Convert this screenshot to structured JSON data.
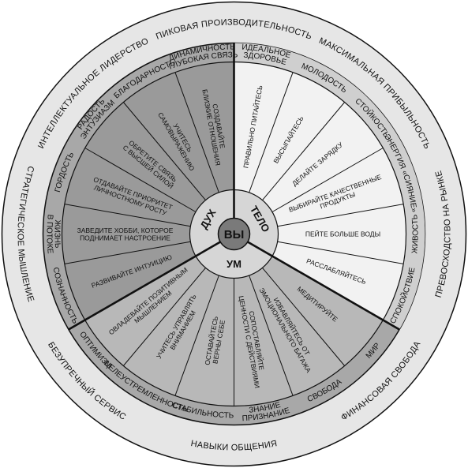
{
  "colors": {
    "outer_ring": "#e6e6e6",
    "ring_body": "#cfcfcf",
    "ring_spirit_mind": "#a8a8a8",
    "sector_body": "#f2f2f2",
    "sector_spirit": "#9a9a9a",
    "sector_mind": "#b8b8b8",
    "hub": "#d6d6d6",
    "center": "#7a7a7a",
    "line": "#111111"
  },
  "center": {
    "label": "ВЫ"
  },
  "hub": {
    "body": "ТЕЛО",
    "spirit": "ДУХ",
    "mind": "УМ"
  },
  "outer_ring": {
    "items": [
      "ПИКОВАЯ ПРОИЗВОДИТЕЛЬНОСТЬ",
      "МАКСИМАЛЬНАЯ ПРИБЫЛЬНОСТЬ",
      "ПРЕВОСХОДСТВО НА РЫНКЕ",
      "ФИНАНСОВАЯ СВОБОДА",
      "НАВЫКИ ОБЩЕНИЯ",
      "БЕЗУПРЕЧНЫЙ СЕРВИС",
      "СТРАТЕГИЧЕСКОЕ МЫШЛЕНИЕ",
      "ИНТЕЛЛЕКТУАЛЬНОЕ ЛИДЕРСТВО"
    ]
  },
  "middle_ring": {
    "items": [
      [
        "ИДЕАЛЬНОЕ",
        "ЗДОРОВЬЕ"
      ],
      [
        "МОЛОДОСТЬ"
      ],
      [
        "СТОЙКОСТЬ"
      ],
      [
        "ЭНЕРГИЯ «СИЯНИЕ»"
      ],
      [
        "ЖИВОСТЬ"
      ],
      [
        "СПОКОЙСТВИЕ"
      ],
      [
        "МИР"
      ],
      [
        "СВОБОДА"
      ],
      [
        "ЗНАНИЕ",
        "ПРИЗНАНИЕ"
      ],
      [
        "СТАБИЛЬНОСТЬ"
      ],
      [
        "ЦЕЛЕУСТРЕМЛЕННОСТЬ"
      ],
      [
        "ОПТИМИЗМ"
      ],
      [
        "СОЗНАННОСТЬ"
      ],
      [
        "ЖИЗНЬ",
        "В ПОТОКЕ"
      ],
      [
        "ГОРДОСТЬ"
      ],
      [
        "РАДОСТЬ",
        "ЭНТУЗИАЗМ"
      ],
      [
        "БЛАГОДАРНОСТЬ"
      ],
      [
        "ДИНАМИЧНОСТЬ",
        "ГЛУБОКАЯ СВЯЗЬ"
      ]
    ]
  },
  "spokes": {
    "body": [
      [
        "ПРАВИЛЬНО ПИТАЙТЕСЬ"
      ],
      [
        "ВЫСЫПАЙТЕСЬ"
      ],
      [
        "ДЕЛАЙТЕ ЗАРЯДКУ"
      ],
      [
        "ВЫБИРАЙТЕ КАЧЕСТВЕННЫЕ",
        "ПРОДУКТЫ"
      ],
      [
        "ПЕЙТЕ БОЛЬШЕ ВОДЫ"
      ],
      [
        "РАССЛАБЛЯЙТЕСЬ"
      ]
    ],
    "mind": [
      [
        "МЕДИТИРУЙТЕ"
      ],
      [
        "ИЗБАВЛЯЙТЕСЬ ОТ",
        "ЭМОЦИОНАЛЬНОГО БАГАЖА"
      ],
      [
        "СОПОСТАВЛЯЙТЕ",
        "ЦЕННОСТИ С ДЕЙСТВИЯМИ"
      ],
      [
        "ОСТАВАЙТЕСЬ",
        "ВЕРНЫ СЕБЕ"
      ],
      [
        "УЧИТЕСЬ УПРАВЛЯТЬ",
        "ВНИМАНИЕМ"
      ],
      [
        "ОВЛАДЕВАЙТЕ ПОЗИТИВНЫМ",
        "МЫШЛЕНИЕМ"
      ]
    ],
    "spirit": [
      [
        "РАЗВИВАЙТЕ ИНТУИЦИЮ"
      ],
      [
        "ЗАВЕДИТЕ ХОББИ, КОТОРОЕ",
        "ПОДНИМАЕТ НАСТРОЕНИЕ"
      ],
      [
        "ОТДАВАЙТЕ ПРИОРИТЕТ",
        "ЛИЧНОСТНОМУ РОСТУ"
      ],
      [
        "ОБРЕТИТЕ СВЯЗЬ",
        "С ВЫСШЕЙ СИЛОЙ"
      ],
      [
        "УЧИТЕСЬ",
        "САМОВЫРАЖЕНИЮ"
      ],
      [
        "СОЗДАВАЙТЕ",
        "БЛИЗКИЕ ОТНОШЕНИЯ"
      ]
    ]
  }
}
